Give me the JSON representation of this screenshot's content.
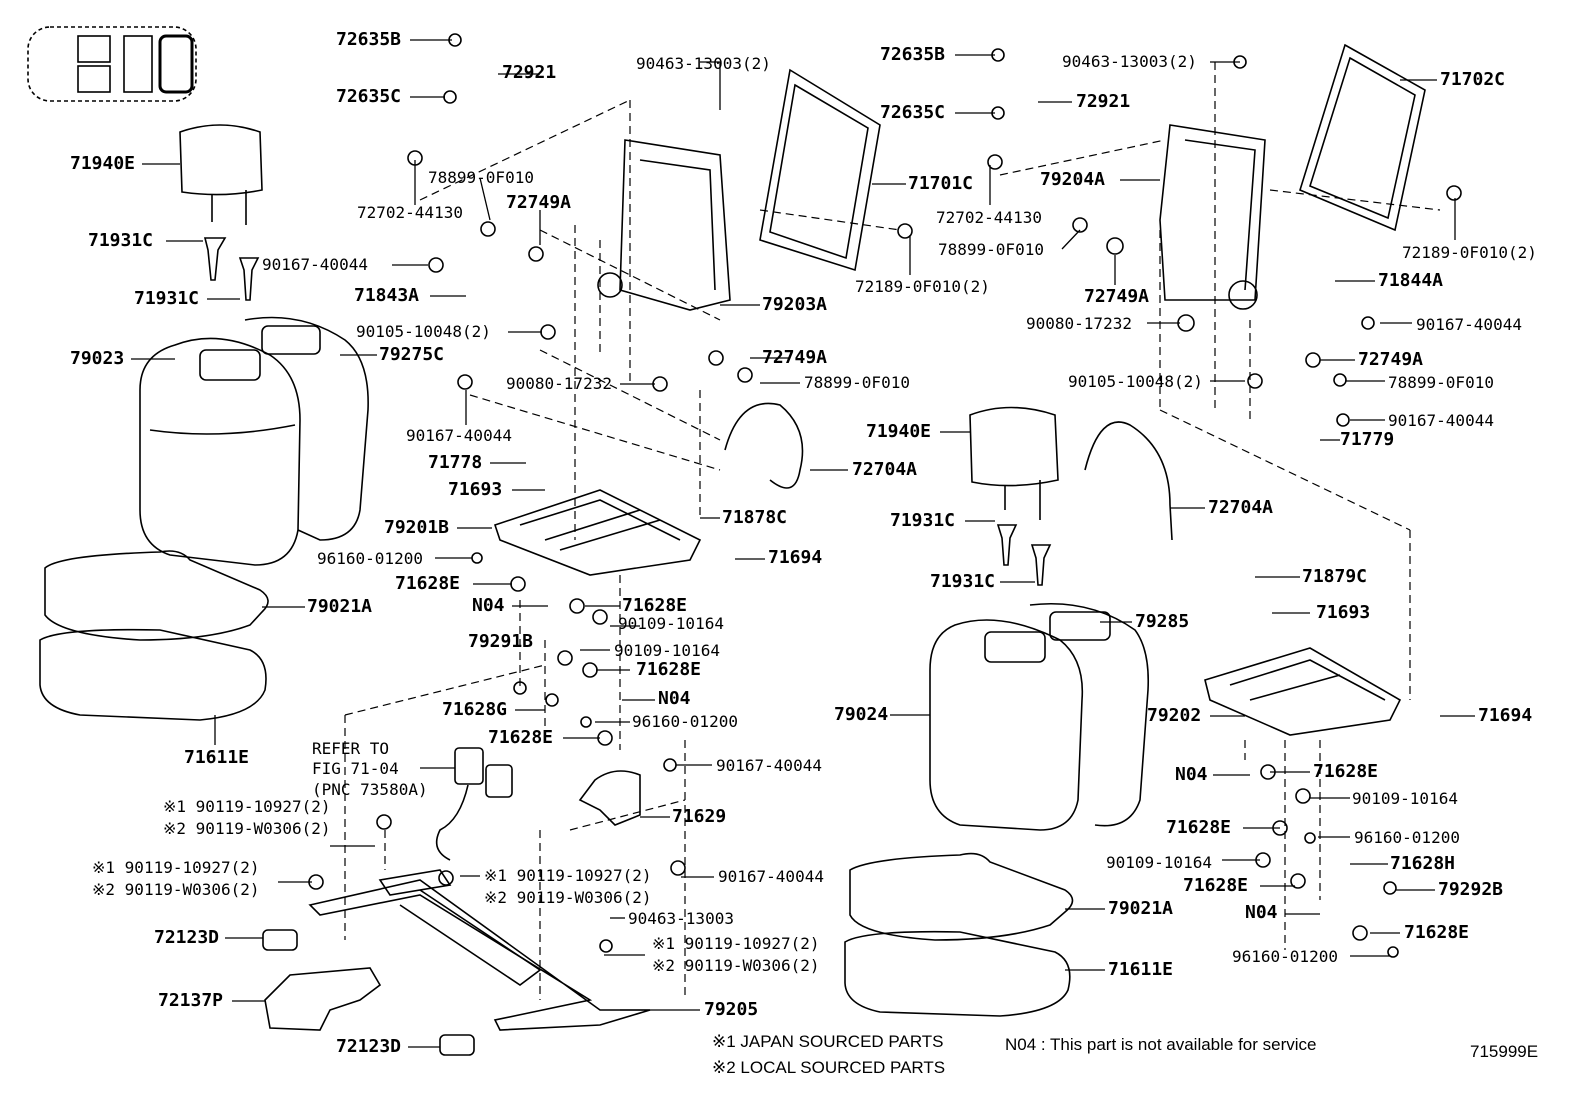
{
  "labels": [
    "72635B",
    "72921",
    "72635C",
    "71940E",
    "71931C",
    "71931C",
    "90167-40044",
    "71843A",
    "79023",
    "79275C",
    "90105-10048(2)",
    "90167-40044",
    "71778",
    "71693",
    "79201B",
    "96160-01200",
    "71628E",
    "N04",
    "71628E",
    "90109-10164",
    "79291B",
    "90109-10164",
    "71628E",
    "N04",
    "71628G",
    "96160-01200",
    "71628E",
    "79021A",
    "71611E",
    "90463-13003(2)",
    "78899-0F010",
    "72702-44130",
    "72749A",
    "71701C",
    "72189-0F010(2)",
    "79203A",
    "72749A",
    "78899-0F010",
    "90080-17232",
    "72704A",
    "71878C",
    "71694",
    "90167-40044",
    "71629",
    "90167-40044",
    "72635B",
    "90463-13003(2)",
    "71702C",
    "72635C",
    "72921",
    "79204A",
    "72702-44130",
    "78899-0F010",
    "72749A",
    "72189-0F010(2)",
    "71844A",
    "90080-17232",
    "90167-40044",
    "72749A",
    "78899-0F010",
    "90105-10048(2)",
    "90167-40044",
    "71779",
    "71940E",
    "72704A",
    "71931C",
    "71931C",
    "71879C",
    "71693",
    "79285",
    "79024",
    "79202",
    "71694",
    "N04",
    "71628E",
    "90109-10164",
    "71628E",
    "96160-01200",
    "90109-10164",
    "71628H",
    "71628E",
    "79292B",
    "N04",
    "71628E",
    "96160-01200",
    "79021A",
    "71611E",
    "72123D",
    "72137P",
    "72123D",
    "79205",
    "90463-13003"
  ],
  "refer_note": [
    "REFER TO",
    "FIG 71-04",
    "(PNC 73580A)"
  ],
  "bolt_notes": {
    "a1": "※1 90119-10927(2)",
    "a2": "※2 90119-W0306(2)",
    "b1": "※1 90119-10927(2)",
    "b2": "※2 90119-W0306(2)",
    "c1": "※1 90119-10927(2)",
    "c2": "※2 90119-W0306(2)",
    "d1": "※1 90119-10927(2)",
    "d2": "※2 90119-W0306(2)"
  },
  "legend": {
    "japan": "※1  JAPAN SOURCED PARTS",
    "local": "※2  LOCAL SOURCED PARTS",
    "n04": "N04 : This part is not available for service"
  },
  "figure_id": "715999E"
}
